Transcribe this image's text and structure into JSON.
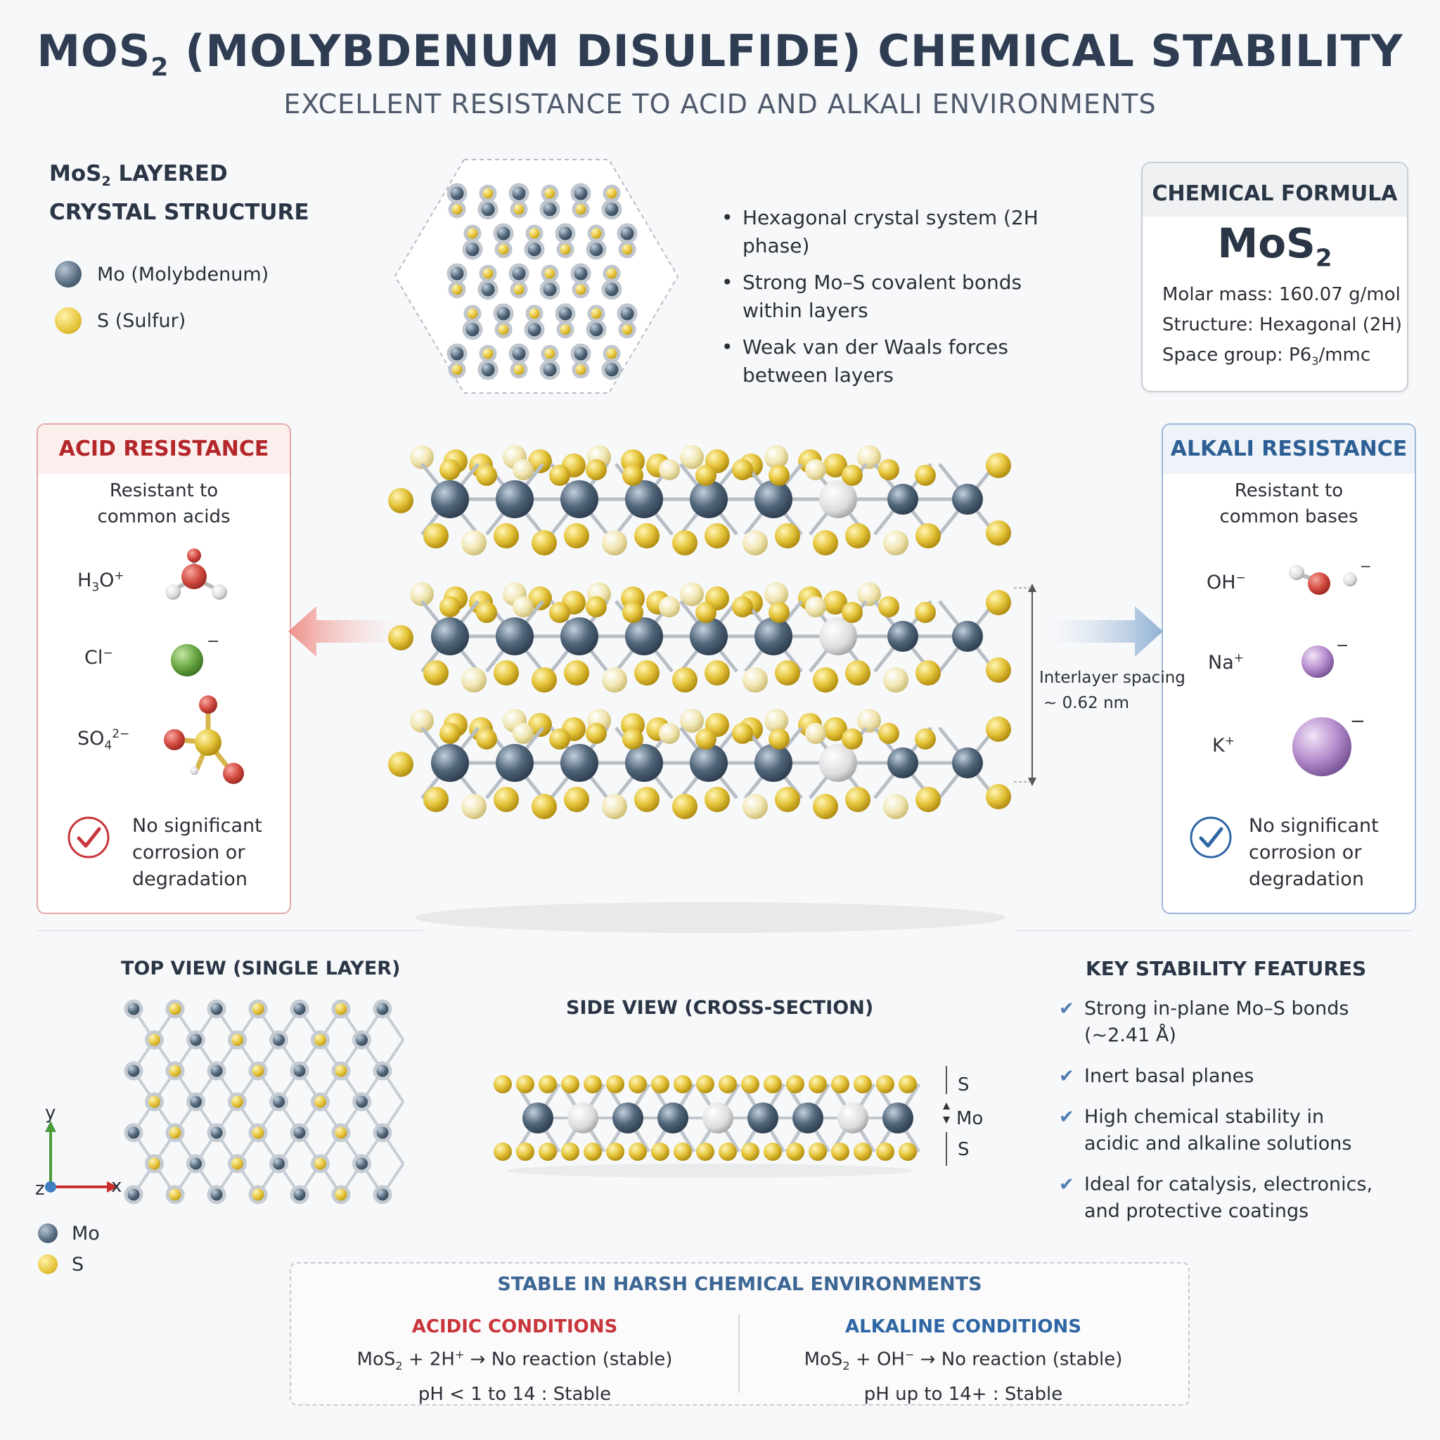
{
  "header": {
    "title_a": "MOS",
    "title_sub": "2",
    "title_b": " (MOLYBDENUM DISULFIDE) CHEMICAL STABILITY",
    "subtitle": "EXCELLENT RESISTANCE TO ACID AND ALKALI ENVIRONMENTS"
  },
  "structure": {
    "heading_a": "MoS",
    "heading_sub": "2",
    "heading_b": " LAYERED",
    "heading_line2": "CRYSTAL STRUCTURE",
    "legend": [
      {
        "icon": "mo-atom-icon",
        "label": "Mo (Molybdenum)"
      },
      {
        "icon": "s-atom-icon",
        "label": "S (Sulfur)"
      }
    ],
    "bullets": [
      "Hexagonal crystal system (2H phase)",
      "Strong Mo–S covalent bonds within layers",
      "Weak van der Waals forces between layers"
    ]
  },
  "formula": {
    "heading": "CHEMICAL FORMULA",
    "formula_main": "MoS",
    "formula_sub": "2",
    "molar_mass": "Molar mass: 160.07 g/mol",
    "structure": "Structure: Hexagonal (2H)",
    "space_group_a": "Space group: P6",
    "space_group_sub": "3",
    "space_group_b": "/mmc"
  },
  "acid": {
    "heading": "ACID RESISTANCE",
    "sub_line1": "Resistant to",
    "sub_line2": "common acids",
    "ions": [
      {
        "base": "H",
        "sub": "3",
        "mid": "O",
        "sup": "+"
      },
      {
        "base": "Cl",
        "sub": "",
        "mid": "",
        "sup": "−"
      },
      {
        "base": "SO",
        "sub": "4",
        "mid": "",
        "sup": "2−"
      }
    ],
    "note": [
      "No significant",
      "corrosion or",
      "degradation"
    ]
  },
  "alkali": {
    "heading": "ALKALI RESISTANCE",
    "sub_line1": "Resistant to",
    "sub_line2": "common bases",
    "ions": [
      {
        "base": "OH",
        "sup": "−"
      },
      {
        "base": "Na",
        "sup": "+"
      },
      {
        "base": "K",
        "sup": "+"
      }
    ],
    "note": [
      "No significant",
      "corrosion or",
      "degradation"
    ]
  },
  "interlayer": {
    "label": "Interlayer spacing",
    "value": "~ 0.62 nm"
  },
  "top_view": {
    "heading": "TOP VIEW (SINGLE LAYER)",
    "axis_y": "y",
    "axis_x": "x",
    "axis_z": "z",
    "legend_mo": "Mo",
    "legend_s": "S"
  },
  "side_view": {
    "heading": "SIDE VIEW (CROSS-SECTION)",
    "label_s_top": "S",
    "label_mo": "Mo",
    "label_s_bottom": "S"
  },
  "features": {
    "heading": "KEY STABILITY FEATURES",
    "items": [
      [
        "Strong in-plane Mo–S bonds",
        "(~2.41 Å)"
      ],
      [
        "Inert basal planes"
      ],
      [
        "High chemical stability in",
        "acidic and alkaline solutions"
      ],
      [
        "Ideal for catalysis, electronics,",
        "and protective coatings"
      ]
    ]
  },
  "environments": {
    "heading": "STABLE IN HARSH CHEMICAL ENVIRONMENTS",
    "acidic": {
      "heading": "ACIDIC CONDITIONS",
      "reaction_a": "MoS",
      "reaction_sub": "2",
      "reaction_b": " + 2H",
      "reaction_sup": "+",
      "reaction_c": " → No reaction (stable)",
      "ph": "pH < 1 to 14 : Stable"
    },
    "alkaline": {
      "heading": "ALKALINE CONDITIONS",
      "reaction_a": "MoS",
      "reaction_sub": "2",
      "reaction_b": " + OH",
      "reaction_sup": "−",
      "reaction_c": " → No reaction (stable)",
      "ph": "pH up to 14+ : Stable"
    }
  },
  "colors": {
    "mo": "#52677b",
    "s": "#e7c53c",
    "acid_accent": "#b3262a",
    "alkali_accent": "#2e5f94",
    "title": "#2f3d52"
  }
}
